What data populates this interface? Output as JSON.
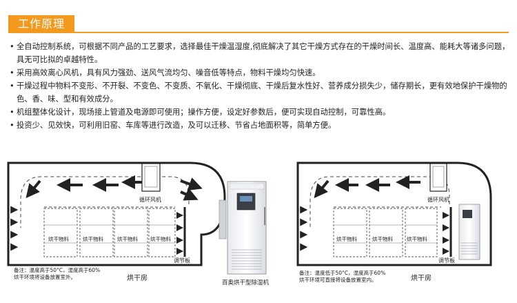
{
  "section_title": "工作原理",
  "bullets": [
    "全自动控制系统，可根据不同产品的工艺要求，选择最佳干燥温湿度,彻底解决了其它干燥方式存在的干燥时间长、温度高、能耗大等诸多问题，具无可比拟的卓越特性。",
    "采用高效离心风机，具有风力强劲、送风气流均匀、噪音低等特点，物料干燥均匀快速。",
    "干燥过程中物料不变形、不开裂、不变色、不变质、不氧化、干燥彻底、干燥后复水性好、营养成分损失少，储存期长，更有效地保护干燥物的色、香、味、型和有效成分。",
    "机组整体化设计，现场接上管道及电源即可使用；操作方便，设定好参数后，便可实现自动控制，可靠性高。",
    "投资少、见效快，可利用旧窑、车库等进行改造，及可以迁移、节省占地面积等，简单方便。"
  ],
  "diagram_left": {
    "fan_label": "循环风机",
    "rack_label": "烘干物料",
    "damper_label": "调节板",
    "note_line1": "备注：温度高于50°C，湿度高于60%",
    "note_line2": "烘干环境将设备放置室外。",
    "room_label": "烘干房",
    "machine_label": "百奥烘干型除湿机"
  },
  "diagram_right": {
    "fan_label": "循环风机",
    "rack_label": "烘干物料",
    "damper_label": "调节板",
    "note_line1": "备注：温度低于50°C，湿度高于60%",
    "note_line2": "烘干环境可直接将设备放置室内。",
    "room_label": "烘干房"
  },
  "colors": {
    "accent": "#f39a1e",
    "line": "#222222",
    "dash": "#444444"
  }
}
